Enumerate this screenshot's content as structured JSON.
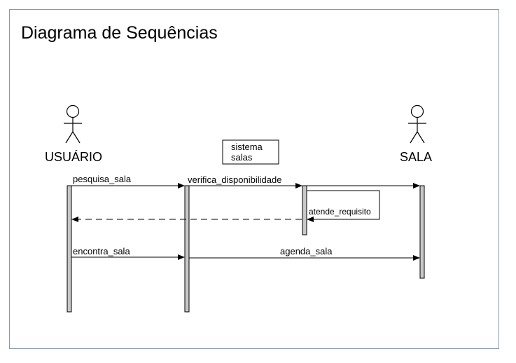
{
  "title": "Diagrama de Sequências",
  "participants": {
    "user": "USUÁRIO",
    "system_line1": "sistema",
    "system_line2": "salas",
    "room": "SALA"
  },
  "messages": {
    "m1": "pesquisa_sala",
    "m2": "verifica_disponibilidade",
    "m3": "atende_requisito",
    "m4": "encontra_sala",
    "m5": "agenda_sala"
  },
  "colors": {
    "lifeline_bar": "#c8c8c8",
    "stroke": "#000000",
    "frame": "#8a98a8"
  }
}
